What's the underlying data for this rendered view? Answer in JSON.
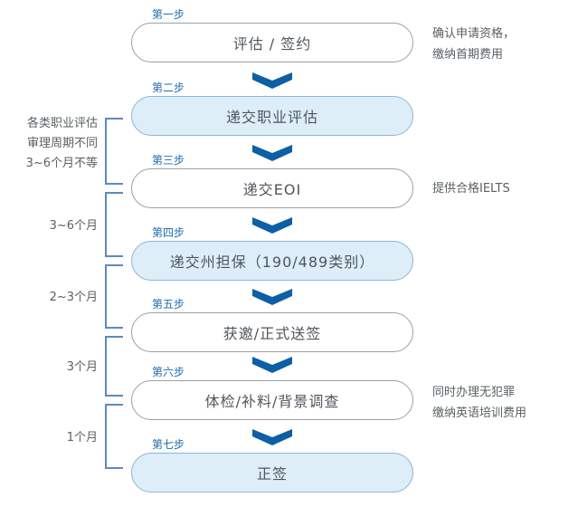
{
  "diagram": {
    "kind": "visa-application-process-flowchart",
    "steps": [
      {
        "label": "第一步",
        "name": "评估 / 签约",
        "highlighted": false
      },
      {
        "label": "第二步",
        "name": "递交职业评估",
        "highlighted": true
      },
      {
        "label": "第三步",
        "name": "递交EOI",
        "highlighted": false
      },
      {
        "label": "第四步",
        "name": "递交州担保（190/489类别）",
        "highlighted": true
      },
      {
        "label": "第五步",
        "name": "获邀/正式送签",
        "highlighted": false
      },
      {
        "label": "第六步",
        "name": "体检/补料/背景调查",
        "highlighted": false
      },
      {
        "label": "第七步",
        "name": "正签",
        "highlighted": true
      }
    ],
    "right_notes": [
      {
        "lines": [
          "确认申请资格，",
          "缴纳首期费用"
        ]
      },
      {
        "lines": [
          "提供合格IELTS"
        ]
      },
      {
        "lines": [
          "同时办理无犯罪",
          "缴纳英语培训费用"
        ]
      }
    ],
    "left_notes": [
      {
        "lines": [
          "各类职业评估",
          "审理周期不同",
          "3~6个月不等"
        ]
      },
      {
        "lines": [
          "3~6个月"
        ]
      },
      {
        "lines": [
          "2~3个月"
        ]
      },
      {
        "lines": [
          "3个月"
        ]
      },
      {
        "lines": [
          "1个月"
        ]
      }
    ],
    "colors": {
      "chevron": "#0d5fa6",
      "step_label": "#1e6cab",
      "highlight_fill": "#ddeef8",
      "highlight_border": "#8cb6d6",
      "plain_border": "#9aa0a6",
      "bracket": "#5d89bd",
      "note_text": "#595f63"
    }
  }
}
